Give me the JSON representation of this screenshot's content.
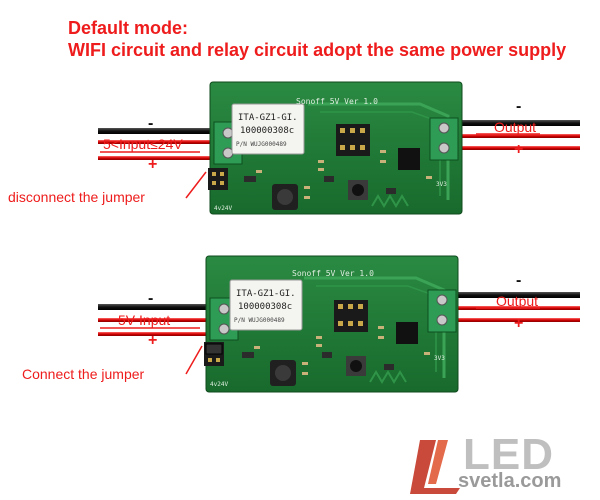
{
  "heading": {
    "line1": "Default mode:",
    "line2": "WIFI circuit and relay circuit adopt the same power supply"
  },
  "board_top": {
    "silkscreen": "Sonoff 5V Ver 1.0",
    "module_line1": "ITA-GZ1-GI.",
    "module_line2": "100000308c",
    "module_line3": "P/N WUJG000489",
    "input_label": "5<Input≤24V",
    "jumper_label": "disconnect the jumper",
    "input_minus": "-",
    "input_plus": "+",
    "output_label": "Output",
    "output_minus": "-",
    "output_plus": "+",
    "pin_label": "4v24V",
    "pin_label2": "3V3"
  },
  "board_bottom": {
    "silkscreen": "Sonoff 5V Ver 1.0",
    "module_line1": "ITA-GZ1-GI.",
    "module_line2": "100000308c",
    "module_line3": "P/N WUJG000489",
    "input_label": "5V Input",
    "jumper_label": "Connect the jumper",
    "input_minus": "-",
    "input_plus": "+",
    "output_label": "Output",
    "output_minus": "-",
    "output_plus": "+",
    "pin_label": "4v24V",
    "pin_label2": "3V3"
  },
  "brand": {
    "name": "LED",
    "domain": "svetla.com"
  },
  "colors": {
    "pcb": "#1f7a35",
    "pcb_dark": "#165c27",
    "accent_red": "#ee1c1c",
    "wire_black": "#111111"
  }
}
